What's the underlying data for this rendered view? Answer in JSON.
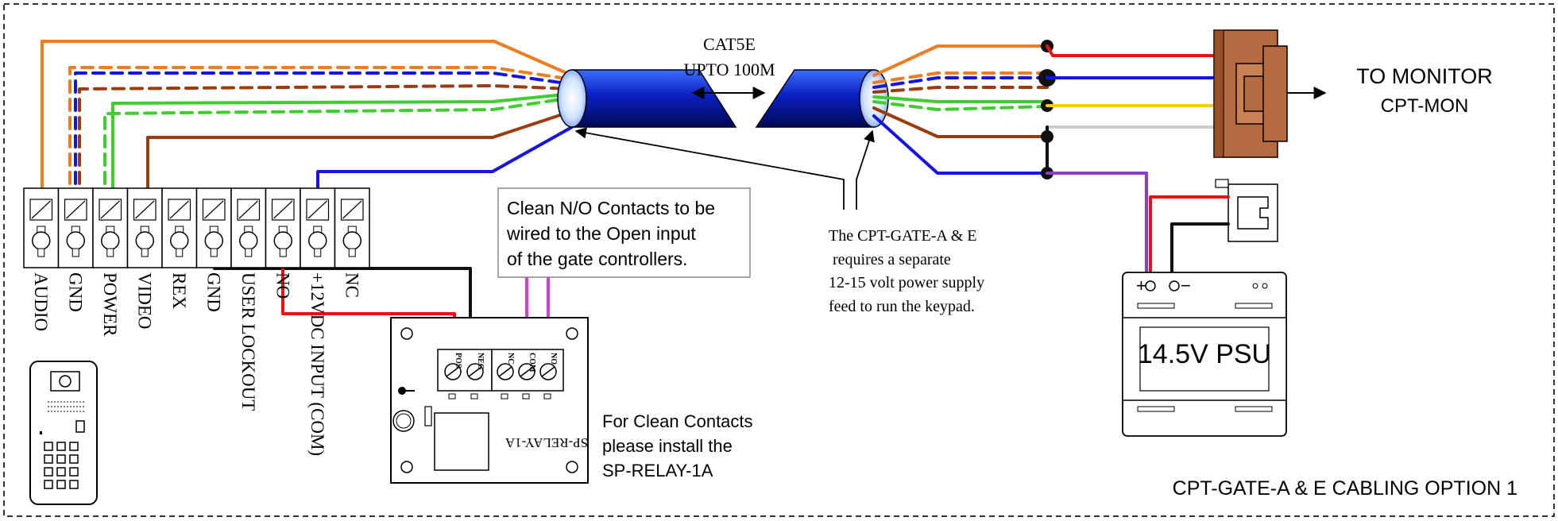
{
  "diagram_title": "CPT-GATE-A & E CABLING OPTION 1",
  "cable": {
    "type": "CAT5E",
    "length": "UPTO 100M"
  },
  "monitor": {
    "label_line1": "TO MONITOR",
    "label_line2": "CPT-MON"
  },
  "psu": {
    "label": "14.5V PSU",
    "terminal_plus": "+",
    "terminal_minus": "−"
  },
  "relay": {
    "model": "SP-RELAY-1A",
    "terminals": [
      "POS",
      "NEG",
      "NC",
      "COM",
      "NO"
    ]
  },
  "terminal_block": {
    "labels": [
      "AUDIO",
      "GND",
      "POWER",
      "VIDEO",
      "REX",
      "GND",
      "USER LOCKOUT",
      "NO",
      "+12VDC INPUT (COM)",
      "NC"
    ]
  },
  "notes": {
    "contacts": [
      "Clean N/O Contacts to be",
      "wired to the Open input",
      "of the gate controllers."
    ],
    "power_supply": [
      "The CPT-GATE-A & E",
      " requires a separate",
      "12-15 volt power supply",
      "feed to run the keypad."
    ],
    "clean_contacts": [
      "For Clean Contacts",
      "please install the",
      "SP-RELAY-1A"
    ]
  },
  "colors": {
    "orange": "#f07c20",
    "blue": "#1414e6",
    "green": "#3ecf2e",
    "brown": "#9b3b10",
    "red": "#ee1111",
    "yellow": "#f7cd0a",
    "grey": "#cccccc",
    "purple": "#8b3fc6",
    "magenta": "#d63cdb",
    "black": "#111111",
    "connector_brown": "#b56a40"
  }
}
